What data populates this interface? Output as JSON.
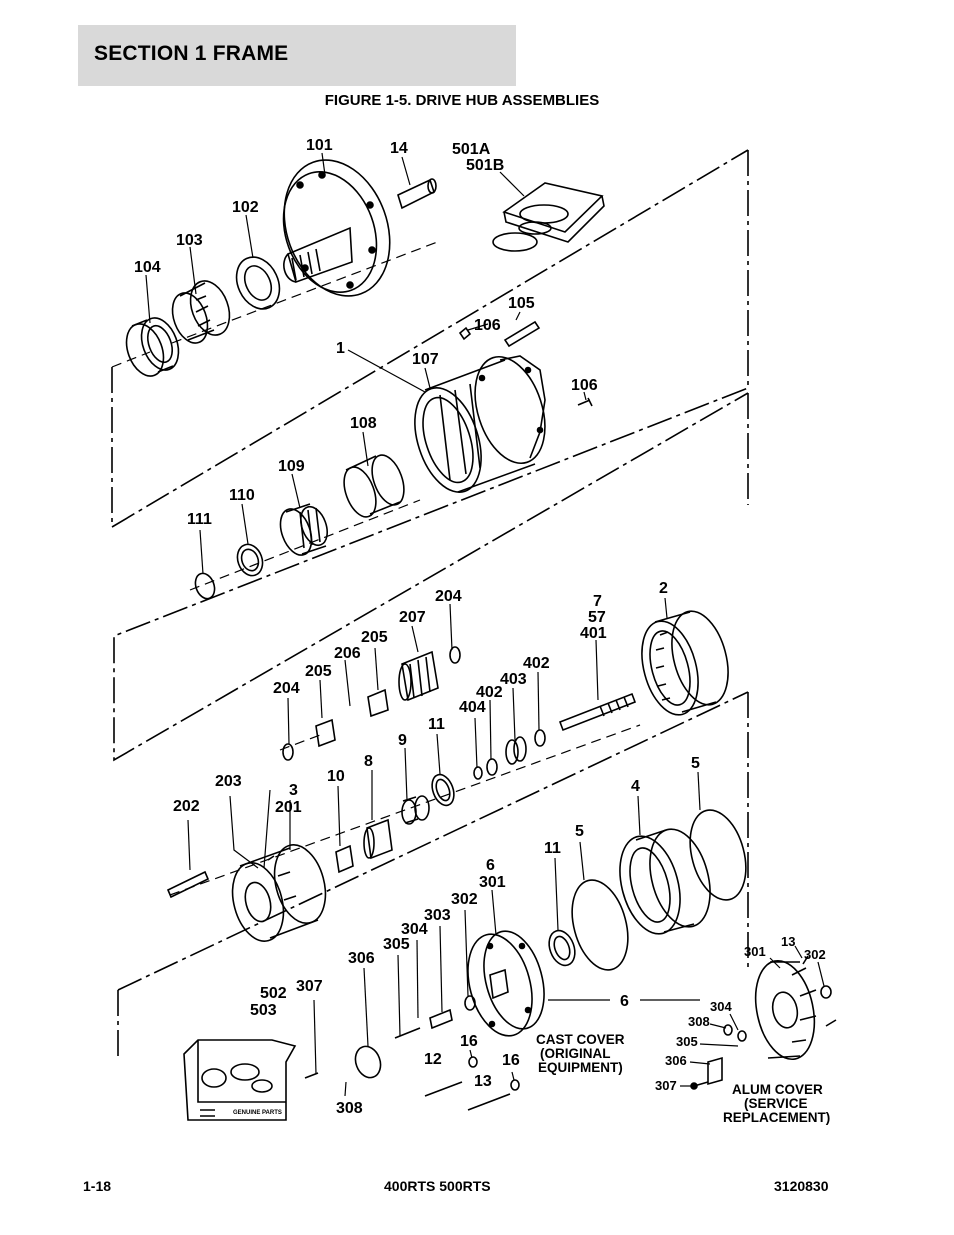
{
  "header": {
    "section_title": "SECTION 1  FRAME",
    "figure_title": "FIGURE 1-5. DRIVE HUB ASSEMBLIES"
  },
  "callouts": {
    "c101": "101",
    "c14": "14",
    "c501a": "501A",
    "c501b": "501B",
    "c102": "102",
    "c103": "103",
    "c104": "104",
    "c105": "105",
    "c106a": "106",
    "c1": "1",
    "c107": "107",
    "c106b": "106",
    "c108": "108",
    "c109": "109",
    "c110": "110",
    "c111": "111",
    "c204a": "204",
    "c207": "207",
    "c205a": "205",
    "c206": "206",
    "c205b": "205",
    "c204b": "204",
    "c7": "7",
    "c57": "57",
    "c401": "401",
    "c2": "2",
    "c402a": "402",
    "c403": "403",
    "c402b": "402",
    "c404": "404",
    "c11a": "11",
    "c9": "9",
    "c8": "8",
    "c10": "10",
    "c3": "3",
    "c201": "201",
    "c203": "203",
    "c202": "202",
    "c4": "4",
    "c5a": "5",
    "c5b": "5",
    "c11b": "11",
    "c6a": "6",
    "c301a": "301",
    "c302a": "302",
    "c303": "303",
    "c304a": "304",
    "c305a": "305",
    "c306a": "306",
    "c307a": "307",
    "c502": "502",
    "c503": "503",
    "c308a": "308",
    "c16a": "16",
    "c12": "12",
    "c16b": "16",
    "c13a": "13",
    "c6b": "6",
    "c301b": "301",
    "c13b": "13",
    "c302b": "302",
    "c304b": "304",
    "c308b": "308",
    "c305b": "305",
    "c306b": "306",
    "c307b": "307"
  },
  "notes": {
    "cast_cover": [
      "CAST COVER",
      "(ORIGINAL",
      "EQUIPMENT)"
    ],
    "alum_cover": [
      "ALUM COVER",
      "(SERVICE",
      "REPLACEMENT)"
    ],
    "kit_box_brand": "GENUINE PARTS"
  },
  "footer": {
    "page_number": "1-18",
    "model": "400RTS 500RTS",
    "doc_number": "3120830"
  }
}
